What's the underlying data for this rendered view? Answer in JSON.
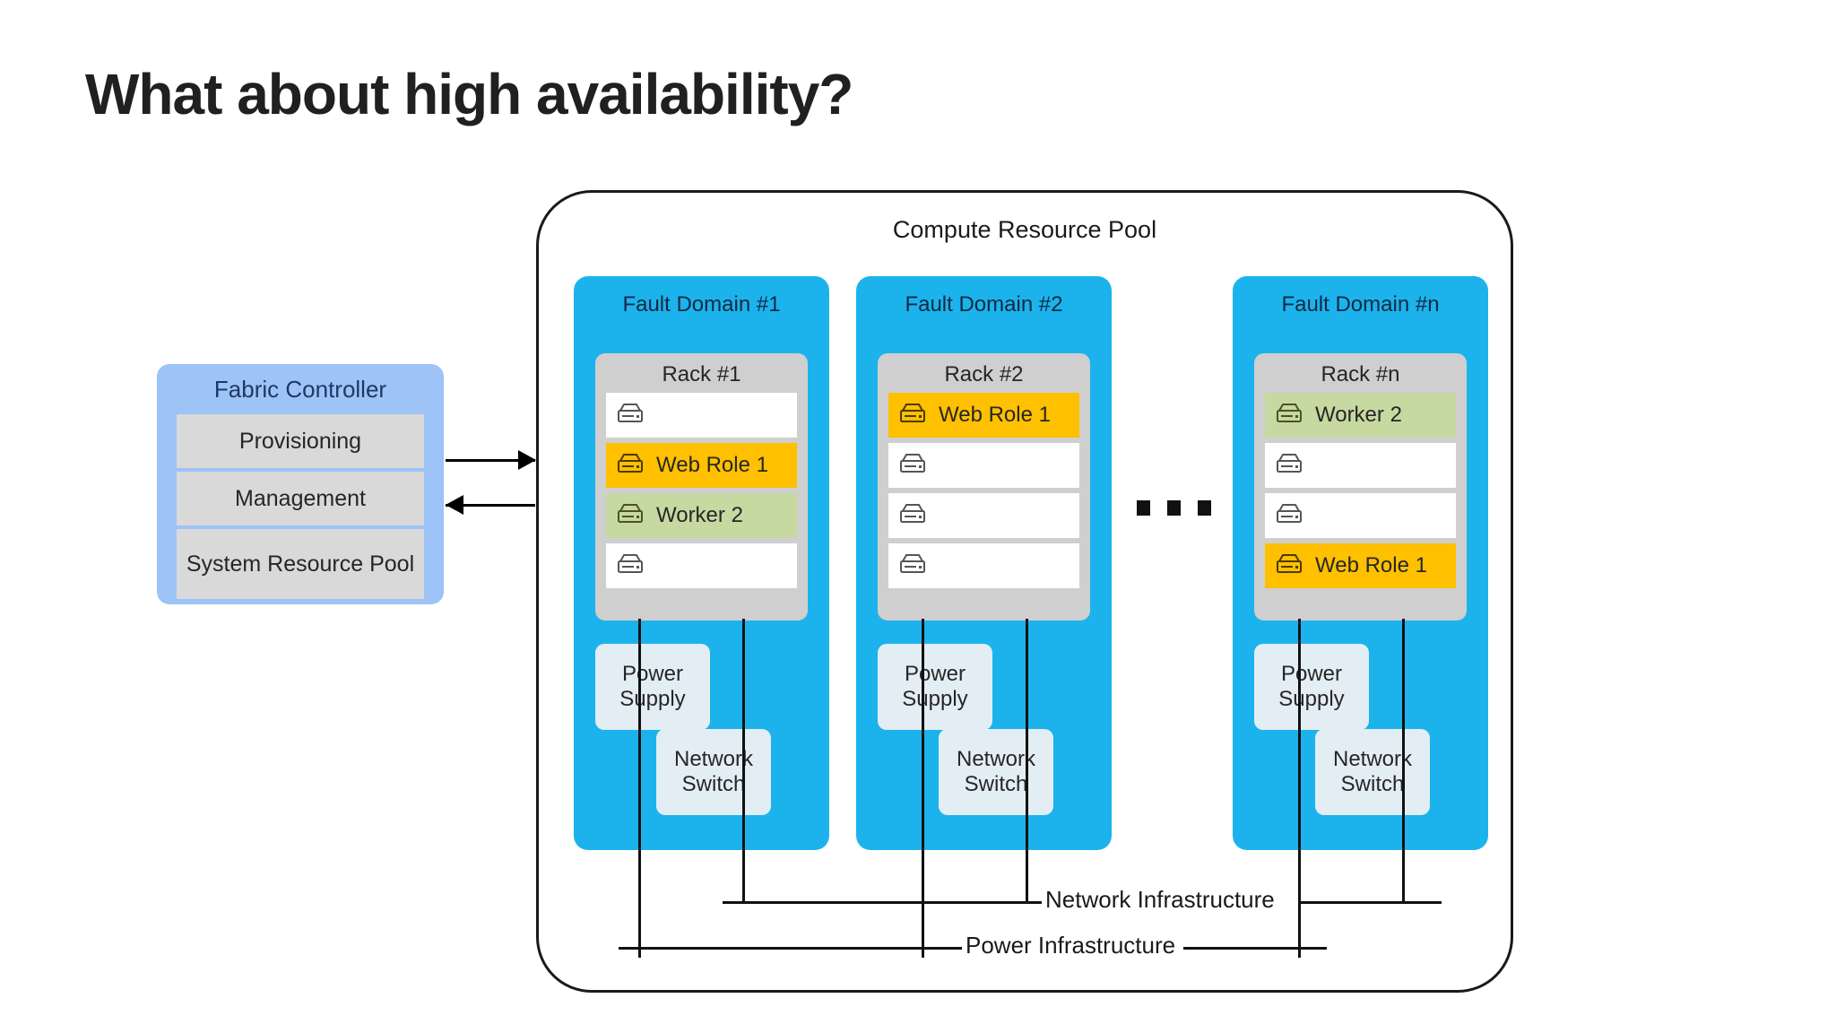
{
  "slide": {
    "title": "What about high availability?"
  },
  "fabric_controller": {
    "title": "Fabric Controller",
    "rows": [
      {
        "label": "Provisioning"
      },
      {
        "label": "Management"
      },
      {
        "label": "System Resource Pool"
      }
    ]
  },
  "compute_pool": {
    "title": "Compute Resource Pool",
    "ellipsis": "• • •",
    "fault_domains": [
      {
        "title": "Fault Domain #1",
        "rack": {
          "title": "Rack #1",
          "slots": [
            {
              "label": "",
              "state": "empty"
            },
            {
              "label": "Web Role 1",
              "state": "web"
            },
            {
              "label": "Worker 2",
              "state": "worker"
            },
            {
              "label": "",
              "state": "empty"
            }
          ]
        },
        "power_supply": "Power Supply",
        "network_switch": "Network Switch"
      },
      {
        "title": "Fault Domain #2",
        "rack": {
          "title": "Rack #2",
          "slots": [
            {
              "label": "Web Role 1",
              "state": "web"
            },
            {
              "label": "",
              "state": "empty"
            },
            {
              "label": "",
              "state": "empty"
            },
            {
              "label": "",
              "state": "empty"
            }
          ]
        },
        "power_supply": "Power Supply",
        "network_switch": "Network Switch"
      },
      {
        "title": "Fault Domain #n",
        "rack": {
          "title": "Rack #n",
          "slots": [
            {
              "label": "Worker 2",
              "state": "worker"
            },
            {
              "label": "",
              "state": "empty"
            },
            {
              "label": "",
              "state": "empty"
            },
            {
              "label": "Web Role 1",
              "state": "web"
            }
          ]
        },
        "power_supply": "Power Supply",
        "network_switch": "Network Switch"
      }
    ],
    "infrastructure": {
      "network": "Network Infrastructure",
      "power": "Power Infrastructure"
    }
  },
  "colors": {
    "fault_domain": "#1CB3EC",
    "fabric_controller": "#9DC3F7",
    "rack": "#CFCFCF",
    "web_role": "#FFC000",
    "worker_role": "#C6D9A1",
    "power_network_box": "#E3EDF4",
    "title_text": "#202020"
  },
  "icons": {
    "server": "server-icon"
  }
}
